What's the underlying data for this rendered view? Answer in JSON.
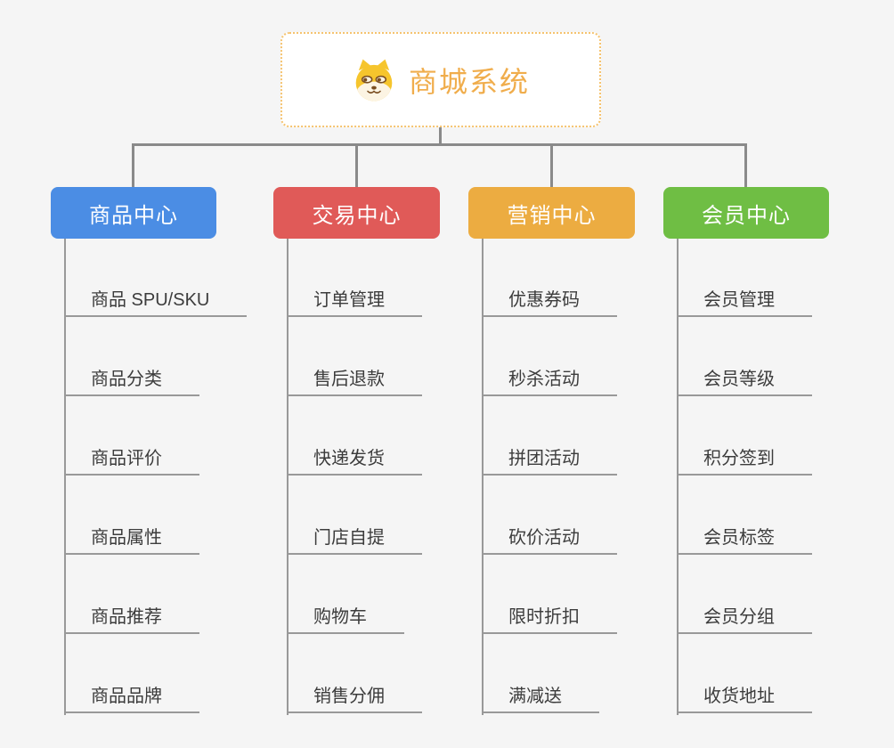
{
  "page": {
    "background_color": "#f5f5f5",
    "connector_color": "#8a8a8a"
  },
  "root": {
    "title": "商城系统",
    "icon": "dog-face-icon",
    "text_color": "#f0ad4c",
    "border_color": "#f5c36f"
  },
  "branches": [
    {
      "label": "商品中心",
      "color": "#4b8de4",
      "items": [
        "商品 SPU/SKU",
        "商品分类",
        "商品评价",
        "商品属性",
        "商品推荐",
        "商品品牌"
      ]
    },
    {
      "label": "交易中心",
      "color": "#e05a58",
      "items": [
        "订单管理",
        "售后退款",
        "快递发货",
        "门店自提",
        "购物车",
        "销售分佣"
      ]
    },
    {
      "label": "营销中心",
      "color": "#ecac41",
      "items": [
        "优惠券码",
        "秒杀活动",
        "拼团活动",
        "砍价活动",
        "限时折扣",
        "满减送"
      ]
    },
    {
      "label": "会员中心",
      "color": "#6fbe44",
      "items": [
        "会员管理",
        "会员等级",
        "积分签到",
        "会员标签",
        "会员分组",
        "收货地址"
      ]
    }
  ]
}
